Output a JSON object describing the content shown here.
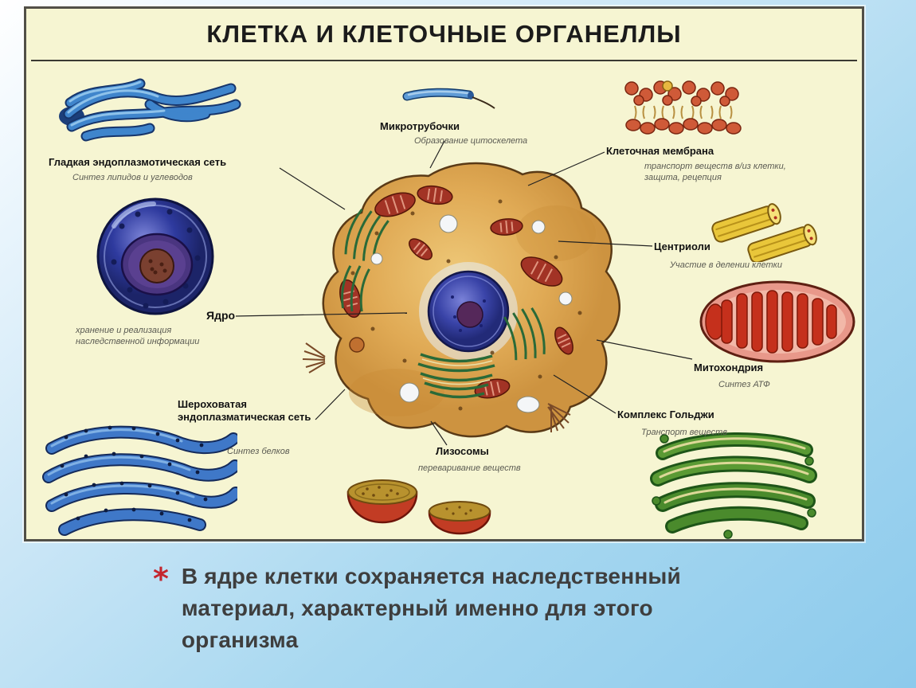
{
  "slide": {
    "title": "КЛЕТКА И КЛЕТОЧНЫЕ ОРГАНЕЛЛЫ",
    "bullet": {
      "marker": "*",
      "lines": [
        "В ядре клетки сохраняется наследственный",
        "материал, характерный именно для этого",
        "организма"
      ]
    }
  },
  "organelles": {
    "smooth_er": {
      "label": "Гладкая эндоплазмотическая сеть",
      "desc": "Синтез липидов и углеводов"
    },
    "microtubules": {
      "label": "Микротрубочки",
      "desc": "Образование цитоскелета"
    },
    "membrane": {
      "label": "Клеточная мембрана",
      "desc": "транспорт веществ в/из клетки, защита, рецепция"
    },
    "centrioles": {
      "label": "Центриоли",
      "desc": "Участие в делении клетки"
    },
    "nucleus": {
      "label": "Ядро",
      "desc": "хранение и реализация наследственной информации"
    },
    "mitochondria": {
      "label": "Митохондрия",
      "desc": "Синтез АТФ"
    },
    "rough_er": {
      "label": "Шероховатая эндоплазматическая сеть",
      "desc": "Синтез белков"
    },
    "golgi": {
      "label": "Комплекс Гольджи",
      "desc": "Транспорт веществ"
    },
    "lysosomes": {
      "label": "Лизосомы",
      "desc": "переваривание веществ"
    }
  },
  "colors": {
    "poster_bg": "#f6f5d2",
    "slide_blue": "#9ed2ee",
    "bullet_marker": "#c4262e",
    "bullet_text": "#3e3e3e",
    "title_text": "#1b1b1b"
  }
}
